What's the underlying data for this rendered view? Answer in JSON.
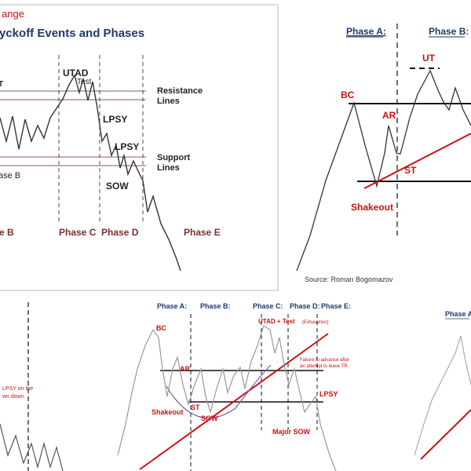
{
  "colors": {
    "maroon": "#7b2f2f",
    "navy": "#1f3a68",
    "red": "#cc1111",
    "gray": "#777777",
    "black": "#111111",
    "purple": "#6a5bb0"
  },
  "panel1": {
    "title_fragment": "ange",
    "title": "yckoff Events and Phases",
    "labels": {
      "utad": "UTAD",
      "test": "Test",
      "t": "T",
      "resistance": "Resistance",
      "lines1": "Lines",
      "lpsy1": "LPSY",
      "lpsy2": "LPSY",
      "support": "Support",
      "lines2": "Lines",
      "sow": "SOW",
      "phase_b_small": "ase B"
    },
    "phases": [
      "e B",
      "Phase C",
      "Phase D",
      "Phase E"
    ]
  },
  "panel2": {
    "phase_a": "Phase A:",
    "phase_b": "Phase B:",
    "bc": "BC",
    "ut": "UT",
    "ar": "AR",
    "st": "ST",
    "shakeout": "Shakeout",
    "source": "Source: Roman Bogomazov"
  },
  "panel3": {
    "note_line1": "LPSY on the",
    "note_line2": "wn down"
  },
  "panel4": {
    "phase_a": "Phase A:",
    "phase_b": "Phase B:",
    "phase_c": "Phase C:",
    "phase_d": "Phase D:",
    "phase_e": "Phase E:",
    "utad": "UTAD + Test",
    "exhaustion": "(Exhaustion)",
    "bc": "BC",
    "ar": "AR",
    "st": "ST",
    "shakeout": "Shakeout",
    "sow": "SOW",
    "lpsy": "LPSY",
    "major_sow": "Major SOW",
    "failure_line1": "Failure to advance after",
    "failure_line2": "an attempt to leave TR"
  },
  "panel5": {
    "phase_a": "Phase A:"
  }
}
